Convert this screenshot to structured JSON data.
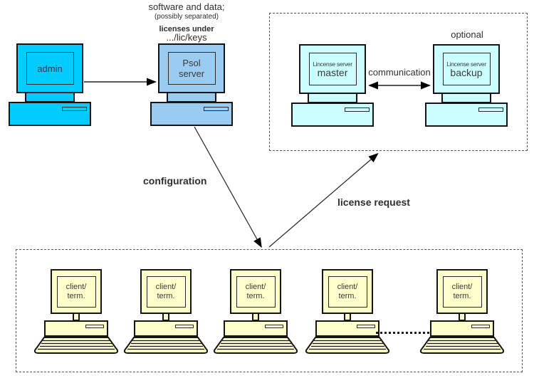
{
  "diagram": {
    "kind": "license server architecture diagram",
    "colors": {
      "admin_fill": "#00CCFF",
      "psol_server_fill": "#99CCF0",
      "license_server_fill": "#CCFFFF",
      "client_fill": "#FFFFCC",
      "line_color": "#000000",
      "dashed_box_color": "#555555"
    }
  },
  "annotations": {
    "software_note_line1": "software and data;",
    "software_note_line2": "(possibly separated)",
    "licenses_note_line1": "licenses under",
    "licenses_note_line2": ".../lic/keys",
    "optional": "optional",
    "communication": "communication",
    "configuration": "configuration",
    "license_request": "license request"
  },
  "computers": {
    "admin": {
      "label": "admin"
    },
    "psol": {
      "line1": "Psol",
      "line2": "server"
    },
    "master": {
      "line1": "Lincense server",
      "line2": "master"
    },
    "backup": {
      "line1": "Lincense server",
      "line2": "backup"
    }
  },
  "clients": {
    "items": [
      {
        "line1": "client/",
        "line2": "term."
      },
      {
        "line1": "client/",
        "line2": "term."
      },
      {
        "line1": "client/",
        "line2": "term."
      },
      {
        "line1": "client/",
        "line2": "term."
      },
      {
        "line1": "client/",
        "line2": "term."
      }
    ]
  }
}
